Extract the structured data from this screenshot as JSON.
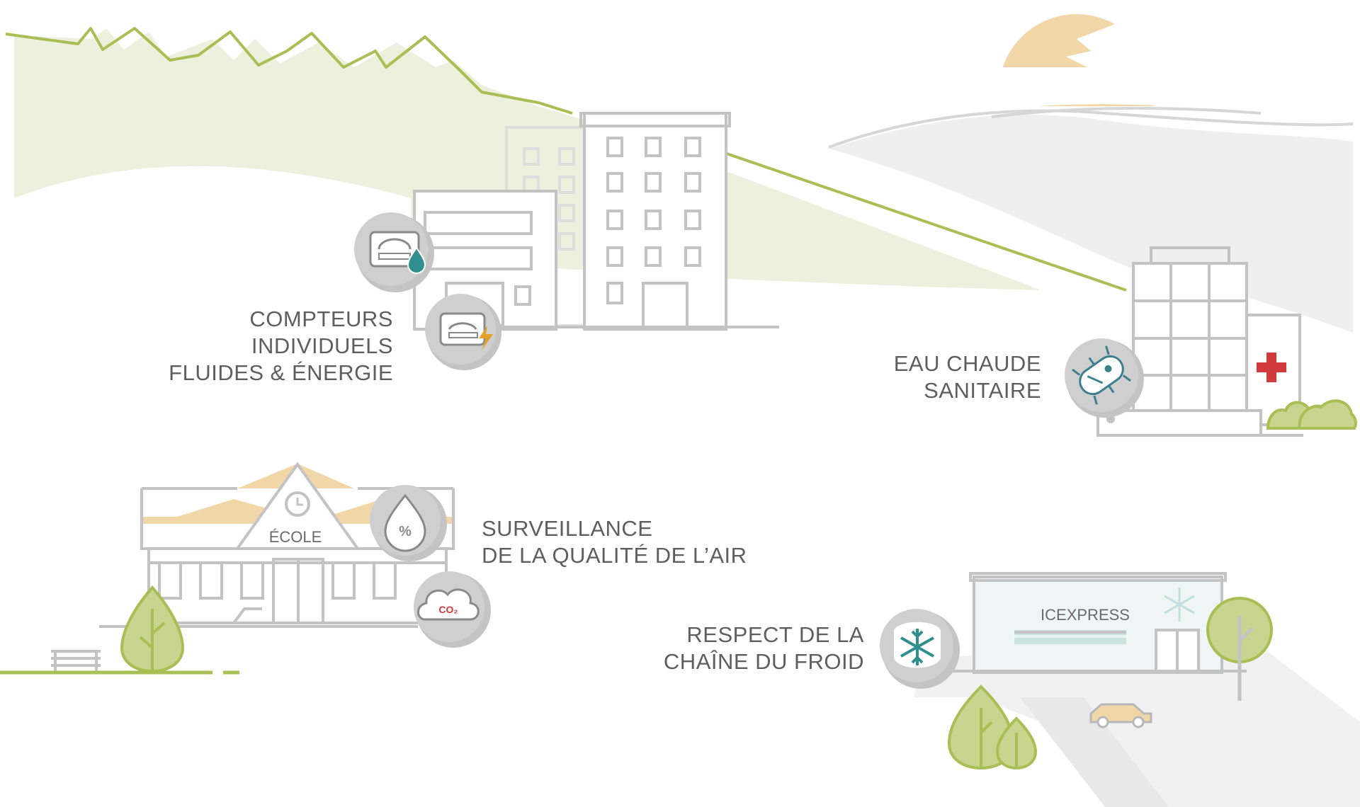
{
  "labels": {
    "meters": {
      "line1": "COMPTEURS",
      "line2": "INDIVIDUELS",
      "line3": "FLUIDES & ÉNERGIE"
    },
    "hot_water": {
      "line1": "EAU CHAUDE",
      "line2": "SANITAIRE"
    },
    "air_quality": {
      "line1": "SURVEILLANCE",
      "line2": "DE LA QUALITÉ DE L’AIR"
    },
    "cold_chain": {
      "line1": "RESPECT DE LA",
      "line2": "CHAÎNE DU FROID"
    }
  },
  "buildings": {
    "school_sign": "ÉCOLE",
    "store_sign": "ICEXPRESS",
    "co2_badge": "CO₂",
    "percent_badge": "%"
  },
  "icons": [
    "water-meter-icon",
    "energy-meter-icon",
    "bacteria-icon",
    "humidity-icon",
    "co2-cloud-icon",
    "snowflake-icon",
    "medical-cross-icon",
    "clock-icon",
    "car-icon"
  ],
  "colors": {
    "green": "#a9bf55",
    "green_fill": "#edf0dc",
    "sun": "#f1d6a8",
    "grey_line": "#bdbdbd",
    "grey_fill": "#efefef",
    "badge_grey": "#c9c9c9",
    "teal": "#2f8f8f",
    "orange": "#e3a02a",
    "red": "#d23b3b"
  }
}
